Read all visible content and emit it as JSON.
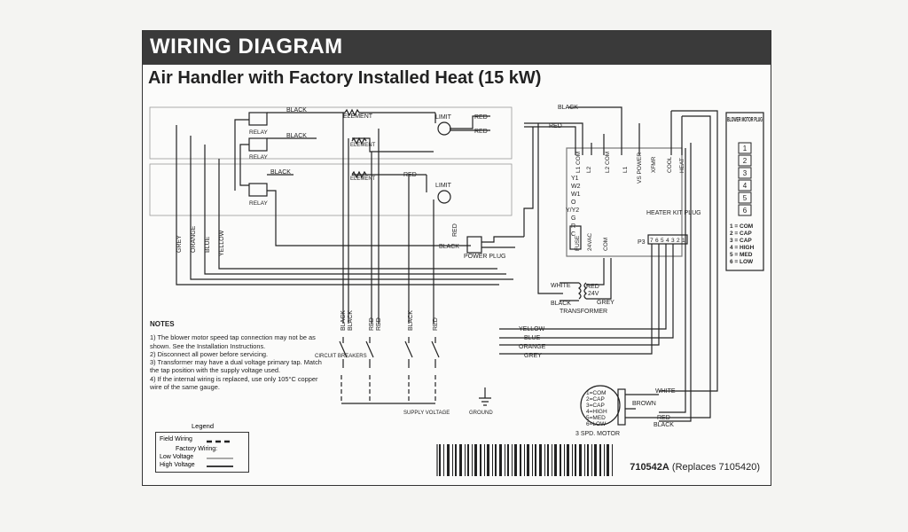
{
  "header": {
    "title": "WIRING DIAGRAM",
    "subtitle": "Air Handler with Factory Installed Heat (15 kW)"
  },
  "labels": {
    "black": "BLACK",
    "red": "RED",
    "element": "ELEMENT",
    "relay": "RELAY",
    "limit": "LIMIT",
    "grey": "GREY",
    "orange": "ORANGE",
    "blue": "BLUE",
    "yellow": "YELLOW",
    "white": "WHITE",
    "brown": "BROWN",
    "power_plug": "POWER PLUG",
    "transformer": "TRANSFORMER",
    "v24": "24V",
    "circuit_breakers": "CIRCUIT BREAKERS",
    "supply_voltage": "SUPPLY VOLTAGE",
    "ground": "GROUND",
    "motor": "3 SPD. MOTOR",
    "heater_kit_plug": "HEATER KIT PLUG",
    "p3": "P3",
    "fuse": "FUSE",
    "v24ac": "24VAC",
    "com": "COM"
  },
  "board_top_terminals": [
    "L1 COM",
    "L2",
    "L2 COM",
    "L1",
    "VS POWER",
    "XFMR",
    "COOL",
    "HEAT"
  ],
  "board_left_terminals": [
    "Y1",
    "W2",
    "W1",
    "O",
    "Y/Y2",
    "G",
    "R",
    "C"
  ],
  "p3_pins": [
    "7",
    "6",
    "5",
    "4",
    "3",
    "2",
    "1"
  ],
  "blower_plug": {
    "title": "BLOWER MOTOR PLUG",
    "pins": [
      "1",
      "2",
      "3",
      "4",
      "5",
      "6"
    ],
    "key": [
      "1 = COM",
      "2 = CAP",
      "3 = CAP",
      "4 = HIGH",
      "5 = MED",
      "6 = LOW"
    ]
  },
  "motor_key": [
    "1=COM",
    "2=CAP",
    "3=CAP",
    "4=HIGH",
    "5=MED",
    "6=LOW"
  ],
  "notes": {
    "title": "NOTES",
    "items": [
      "1) The blower motor speed tap connection may not be as shown. See the Installation Instructions.",
      "2) Disconnect all power before servicing.",
      "3) Transformer may have a dual voltage primary tap. Match the tap position with the supply voltage used.",
      "4) If the internal wiring is replaced, use only 105°C copper wire of the same gauge."
    ]
  },
  "legend": {
    "title": "Legend",
    "field_wiring": "Field Wiring",
    "factory_wiring": "Factory Wiring:",
    "low_voltage": "Low Voltage",
    "high_voltage": "High Voltage"
  },
  "part_number": {
    "code": "710542A",
    "replaces": "(Replaces 7105420)"
  },
  "colors": {
    "banner": "#3a3a3a",
    "wire": "#222222"
  }
}
